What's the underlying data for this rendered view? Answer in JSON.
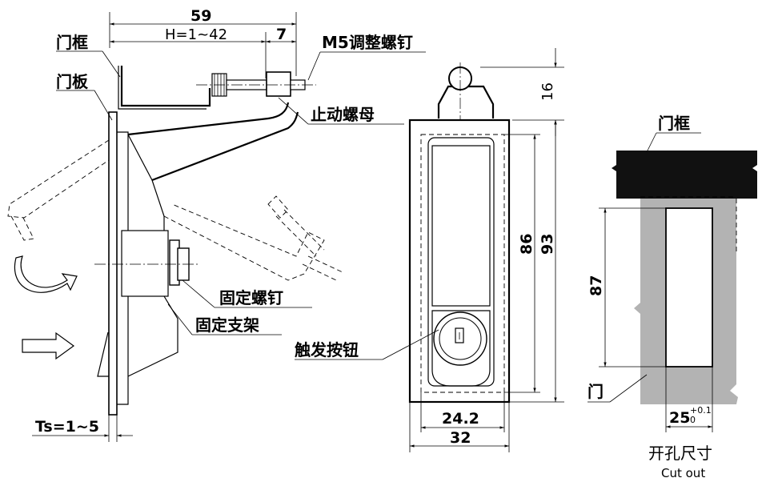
{
  "dimensions": {
    "width_overall": "59",
    "handle_range": "H=1~42",
    "screw_length": "7",
    "plate_thickness": "Ts=1~5",
    "top_height": "16",
    "inner_height": "86",
    "overall_height": "93",
    "inner_width": "24.2",
    "overall_width": "32",
    "cutout_height": "87",
    "cutout_width_base": "25",
    "cutout_tol_upper": "+0.1",
    "cutout_tol_lower": "0"
  },
  "labels": {
    "door_frame": "门框",
    "door_panel": "门板",
    "adjust_screw": "M5调整螺钉",
    "stop_nut": "止动螺母",
    "fixing_screw": "固定螺钉",
    "fixing_bracket": "固定支架",
    "trigger_button": "触发按钮",
    "door_frame_right": "门框",
    "door_right": "门",
    "cutout_cn": "开孔尺寸",
    "cutout_en": "Cut out"
  }
}
